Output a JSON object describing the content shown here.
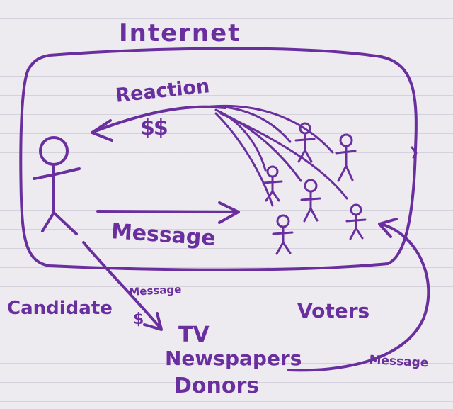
{
  "labels": {
    "internet": "Internet",
    "reaction": "Reaction",
    "money": "$$",
    "message": "Message",
    "candidate": "Candidate",
    "voters": "Voters",
    "media_message": "Message",
    "media_money": "$",
    "tv": "TV",
    "newspapers": "Newspapers",
    "donors": "Donors",
    "feedback_message": "Message"
  },
  "colors": {
    "ink": "#6a2f9e",
    "paper": "#eeebf0",
    "rule_lines": "#9696af"
  }
}
